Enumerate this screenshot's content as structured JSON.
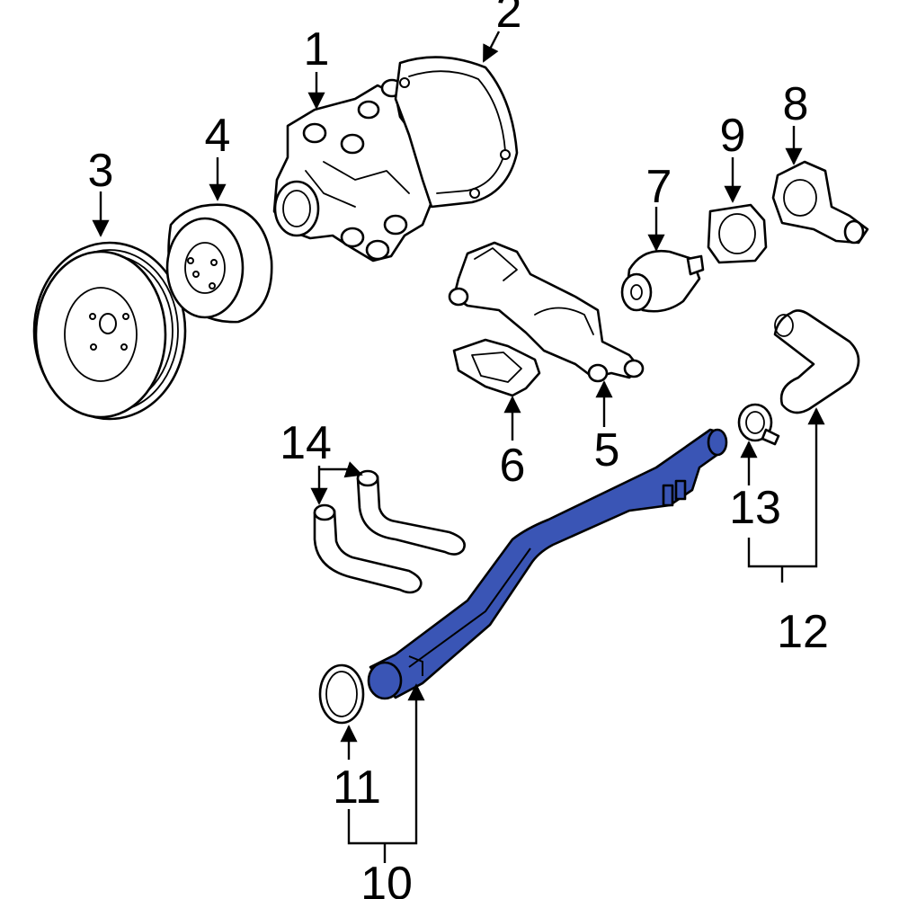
{
  "diagram": {
    "highlight_color": "#3a55b5",
    "line_color": "#000000",
    "background": "#ffffff",
    "callouts": [
      {
        "id": "1",
        "label": "1"
      },
      {
        "id": "2",
        "label": "2"
      },
      {
        "id": "3",
        "label": "3"
      },
      {
        "id": "4",
        "label": "4"
      },
      {
        "id": "5",
        "label": "5"
      },
      {
        "id": "6",
        "label": "6"
      },
      {
        "id": "7",
        "label": "7"
      },
      {
        "id": "8",
        "label": "8"
      },
      {
        "id": "9",
        "label": "9"
      },
      {
        "id": "10",
        "label": "10"
      },
      {
        "id": "11",
        "label": "11"
      },
      {
        "id": "12",
        "label": "12"
      },
      {
        "id": "13",
        "label": "13"
      },
      {
        "id": "14",
        "label": "14"
      }
    ]
  }
}
